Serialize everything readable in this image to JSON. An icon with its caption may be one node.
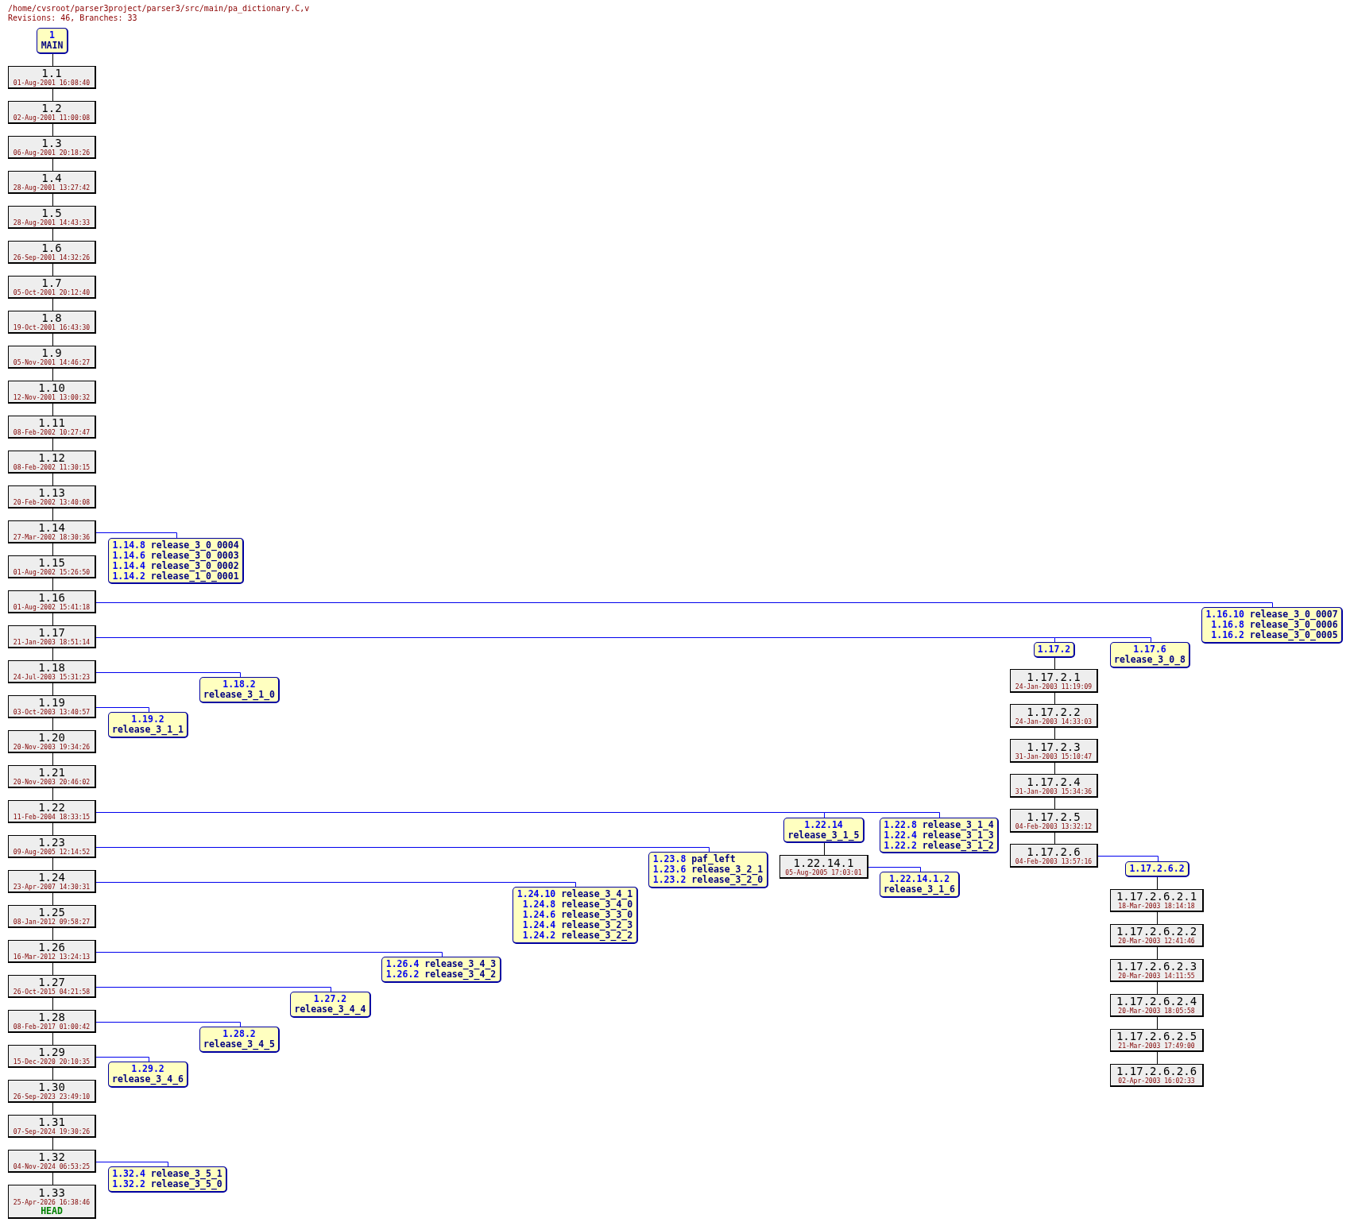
{
  "diagram": {
    "title": "/home/cvsroot/parser3project/parser3/src/main/pa_dictionary.C,v",
    "labels": [
      "Revisions: 46, Branches: 33"
    ],
    "nodes": [
      {
        "text": [
          "1",
          "MAIN"
        ]
      },
      {
        "text": [
          "1.1",
          "01-Aug-2001 16:08:40"
        ]
      },
      {
        "text": [
          "1.2",
          "02-Aug-2001 11:00:08"
        ]
      },
      {
        "text": [
          "1.3",
          "06-Aug-2001 20:18:26"
        ]
      },
      {
        "text": [
          "1.4",
          "28-Aug-2001 13:27:42"
        ]
      },
      {
        "text": [
          "1.5",
          "28-Aug-2001 14:43:33"
        ]
      },
      {
        "text": [
          "1.6",
          "26-Sep-2001 14:32:26"
        ]
      },
      {
        "text": [
          "1.7",
          "05-Oct-2001 20:12:40"
        ]
      },
      {
        "text": [
          "1.8",
          "19-Oct-2001 16:43:30"
        ]
      },
      {
        "text": [
          "1.9",
          "05-Nov-2001 14:46:27"
        ]
      },
      {
        "text": [
          "1.10",
          "12-Nov-2001 13:00:32"
        ]
      },
      {
        "text": [
          "1.11",
          "08-Feb-2002 10:27:47"
        ]
      },
      {
        "text": [
          "1.12",
          "08-Feb-2002 11:30:15"
        ]
      },
      {
        "text": [
          "1.13",
          "20-Feb-2002 13:40:08"
        ]
      },
      {
        "text": [
          "1.14",
          "27-Mar-2002 18:30:36"
        ]
      },
      {
        "text": [
          "1.15",
          "01-Aug-2002 15:26:50"
        ]
      },
      {
        "text": [
          "1.16",
          "01-Aug-2002 15:41:18"
        ]
      },
      {
        "text": [
          "1.17",
          "21-Jan-2003 18:51:14"
        ]
      },
      {
        "text": [
          "1.18",
          "24-Jul-2003 15:31:23"
        ]
      },
      {
        "text": [
          "1.19",
          "03-Oct-2003 13:40:57"
        ]
      },
      {
        "text": [
          "1.20",
          "20-Nov-2003 19:34:26"
        ]
      },
      {
        "text": [
          "1.21",
          "20-Nov-2003 20:46:02"
        ]
      },
      {
        "text": [
          "1.22",
          "11-Feb-2004 18:33:15"
        ]
      },
      {
        "text": [
          "1.23",
          "09-Aug-2005 12:14:52"
        ]
      },
      {
        "text": [
          "1.24",
          "23-Apr-2007 14:30:31"
        ]
      },
      {
        "text": [
          "1.25",
          "08-Jan-2012 09:58:27"
        ]
      },
      {
        "text": [
          "1.26",
          "16-Mar-2012 13:24:13"
        ]
      },
      {
        "text": [
          "1.27",
          "26-Oct-2015 04:21:58"
        ]
      },
      {
        "text": [
          "1.28",
          "08-Feb-2017 01:00:42"
        ]
      },
      {
        "text": [
          "1.29",
          "15-Dec-2020 20:10:35"
        ]
      },
      {
        "text": [
          "1.30",
          "26-Sep-2023 23:49:10"
        ]
      },
      {
        "text": [
          "1.31",
          "07-Sep-2024 19:30:26"
        ]
      },
      {
        "text": [
          "1.32",
          "04-Nov-2024 06:53:25"
        ]
      },
      {
        "text": [
          "1.33",
          "25-Apr-2026 16:38:46",
          "HEAD"
        ]
      },
      {
        "text": [
          "1.14.8 release_3_0_0004",
          "1.14.6 release_3_0_0003",
          "1.14.4 release_3_0_0002",
          "1.14.2 release_1_0_0001"
        ]
      },
      {
        "text": [
          "1.16.10 release_3_0_0007",
          "1.16.8 release_3_0_0006",
          "1.16.2 release_3_0_0005"
        ]
      },
      {
        "text": [
          "1.17.2"
        ]
      },
      {
        "text": [
          "1.17.2.1",
          "24-Jan-2003 11:19:09"
        ]
      },
      {
        "text": [
          "1.17.2.2",
          "24-Jan-2003 14:33:03"
        ]
      },
      {
        "text": [
          "1.17.2.3",
          "31-Jan-2003 15:10:47"
        ]
      },
      {
        "text": [
          "1.17.2.4",
          "31-Jan-2003 15:34:36"
        ]
      },
      {
        "text": [
          "1.17.2.5",
          "04-Feb-2003 13:32:12"
        ]
      },
      {
        "text": [
          "1.17.2.6",
          "04-Feb-2003 13:57:16"
        ]
      },
      {
        "text": [
          "1.17.2.6.2"
        ]
      },
      {
        "text": [
          "1.17.2.6.2.1",
          "18-Mar-2003 18:14:18"
        ]
      },
      {
        "text": [
          "1.17.2.6.2.2",
          "20-Mar-2003 12:41:46"
        ]
      },
      {
        "text": [
          "1.17.2.6.2.3",
          "20-Mar-2003 14:11:55"
        ]
      },
      {
        "text": [
          "1.17.2.6.2.4",
          "20-Mar-2003 18:05:58"
        ]
      },
      {
        "text": [
          "1.17.2.6.2.5",
          "21-Mar-2003 17:49:00"
        ]
      },
      {
        "text": [
          "1.17.2.6.2.6",
          "02-Apr-2003 16:02:33"
        ]
      },
      {
        "text": [
          "1.17.6",
          "release_3_0_8"
        ]
      },
      {
        "text": [
          "1.18.2",
          "release_3_1_0"
        ]
      },
      {
        "text": [
          "1.19.2",
          "release_3_1_1"
        ]
      },
      {
        "text": [
          "1.22.14",
          "release_3_1_5"
        ]
      },
      {
        "text": [
          "1.22.14.1",
          "05-Aug-2005 17:03:01"
        ]
      },
      {
        "text": [
          "1.22.14.1.2",
          "release_3_1_6"
        ]
      },
      {
        "text": [
          "1.22.8 release_3_1_4",
          "1.22.4 release_3_1_3",
          "1.22.2 release_3_1_2"
        ]
      },
      {
        "text": [
          "1.23.8 paf_left",
          "1.23.6 release_3_2_1",
          "1.23.2 release_3_2_0"
        ]
      },
      {
        "text": [
          "1.24.10 release_3_4_1",
          "1.24.8 release_3_4_0",
          "1.24.6 release_3_3_0",
          "1.24.4 release_3_2_3",
          "1.24.2 release_3_2_2"
        ]
      },
      {
        "text": [
          "1.26.4 release_3_4_3",
          "1.26.2 release_3_4_2"
        ]
      },
      {
        "text": [
          "1.27.2",
          "release_3_4_4"
        ]
      },
      {
        "text": [
          "1.28.2",
          "release_3_4_5"
        ]
      },
      {
        "text": [
          "1.29.2",
          "release_3_4_6"
        ]
      },
      {
        "text": [
          "1.32.4 release_3_5_1",
          "1.32.2 release_3_5_0"
        ]
      }
    ],
    "edges": [
      {
        "from": 0,
        "to": 1,
        "arrow": "none"
      },
      {
        "from": 1,
        "to": 2,
        "arrow": "none"
      },
      {
        "from": 2,
        "to": 3,
        "arrow": "none"
      },
      {
        "from": 3,
        "to": 4,
        "arrow": "none"
      },
      {
        "from": 4,
        "to": 5,
        "arrow": "none"
      },
      {
        "from": 5,
        "to": 6,
        "arrow": "none"
      },
      {
        "from": 6,
        "to": 7,
        "arrow": "none"
      },
      {
        "from": 7,
        "to": 8,
        "arrow": "none"
      },
      {
        "from": 8,
        "to": 9,
        "arrow": "none"
      },
      {
        "from": 9,
        "to": 10,
        "arrow": "none"
      },
      {
        "from": 10,
        "to": 11,
        "arrow": "none"
      },
      {
        "from": 11,
        "to": 12,
        "arrow": "none"
      },
      {
        "from": 12,
        "to": 13,
        "arrow": "none"
      },
      {
        "from": 13,
        "to": 14,
        "arrow": "none"
      },
      {
        "from": 14,
        "to": 15,
        "arrow": "none"
      },
      {
        "from": 15,
        "to": 16,
        "arrow": "none"
      },
      {
        "from": 16,
        "to": 17,
        "arrow": "none"
      },
      {
        "from": 17,
        "to": 18,
        "arrow": "none"
      },
      {
        "from": 18,
        "to": 19,
        "arrow": "none"
      },
      {
        "from": 19,
        "to": 20,
        "arrow": "none"
      },
      {
        "from": 20,
        "to": 21,
        "arrow": "none"
      },
      {
        "from": 21,
        "to": 22,
        "arrow": "none"
      },
      {
        "from": 22,
        "to": 23,
        "arrow": "none"
      },
      {
        "from": 23,
        "to": 24,
        "arrow": "none"
      },
      {
        "from": 24,
        "to": 25,
        "arrow": "none"
      },
      {
        "from": 25,
        "to": 26,
        "arrow": "none"
      },
      {
        "from": 26,
        "to": 27,
        "arrow": "none"
      },
      {
        "from": 27,
        "to": 28,
        "arrow": "none"
      },
      {
        "from": 28,
        "to": 29,
        "arrow": "none"
      },
      {
        "from": 29,
        "to": 30,
        "arrow": "none"
      },
      {
        "from": 30,
        "to": 31,
        "arrow": "none"
      },
      {
        "from": 31,
        "to": 32,
        "arrow": "none"
      },
      {
        "from": 32,
        "to": 33,
        "arrow": "none"
      },
      {
        "from": 14,
        "to": 34,
        "arrow": "none",
        "color": "#0000ee"
      },
      {
        "from": 16,
        "to": 35,
        "arrow": "none",
        "color": "#0000ee"
      },
      {
        "from": 17,
        "to": 36,
        "arrow": "none",
        "color": "#0000ee"
      },
      {
        "from": 36,
        "to": 37,
        "arrow": "none"
      },
      {
        "from": 37,
        "to": 38,
        "arrow": "none"
      },
      {
        "from": 38,
        "to": 39,
        "arrow": "none"
      },
      {
        "from": 39,
        "to": 40,
        "arrow": "none"
      },
      {
        "from": 40,
        "to": 41,
        "arrow": "none"
      },
      {
        "from": 41,
        "to": 42,
        "arrow": "none"
      },
      {
        "from": 42,
        "to": 43,
        "arrow": "none",
        "color": "#0000ee"
      },
      {
        "from": 43,
        "to": 44,
        "arrow": "none"
      },
      {
        "from": 44,
        "to": 45,
        "arrow": "none"
      },
      {
        "from": 45,
        "to": 46,
        "arrow": "none"
      },
      {
        "from": 46,
        "to": 47,
        "arrow": "none"
      },
      {
        "from": 47,
        "to": 48,
        "arrow": "none"
      },
      {
        "from": 48,
        "to": 49,
        "arrow": "none"
      },
      {
        "from": 17,
        "to": 50,
        "arrow": "none",
        "color": "#0000ee"
      },
      {
        "from": 18,
        "to": 51,
        "arrow": "none",
        "color": "#0000ee"
      },
      {
        "from": 19,
        "to": 52,
        "arrow": "none",
        "color": "#0000ee"
      },
      {
        "from": 22,
        "to": 53,
        "arrow": "none",
        "color": "#0000ee"
      },
      {
        "from": 53,
        "to": 54,
        "arrow": "none"
      },
      {
        "from": 54,
        "to": 55,
        "arrow": "none",
        "color": "#0000ee"
      },
      {
        "from": 22,
        "to": 56,
        "arrow": "none",
        "color": "#0000ee"
      },
      {
        "from": 23,
        "to": 57,
        "arrow": "none",
        "color": "#0000ee"
      },
      {
        "from": 24,
        "to": 58,
        "arrow": "none",
        "color": "#0000ee"
      },
      {
        "from": 26,
        "to": 59,
        "arrow": "none",
        "color": "#0000ee"
      },
      {
        "from": 27,
        "to": 60,
        "arrow": "none",
        "color": "#0000ee"
      },
      {
        "from": 28,
        "to": 61,
        "arrow": "none",
        "color": "#0000ee"
      },
      {
        "from": 29,
        "to": 62,
        "arrow": "none",
        "color": "#0000ee"
      },
      {
        "from": 32,
        "to": 63,
        "arrow": "none",
        "color": "#0000ee"
      }
    ]
  }
}
